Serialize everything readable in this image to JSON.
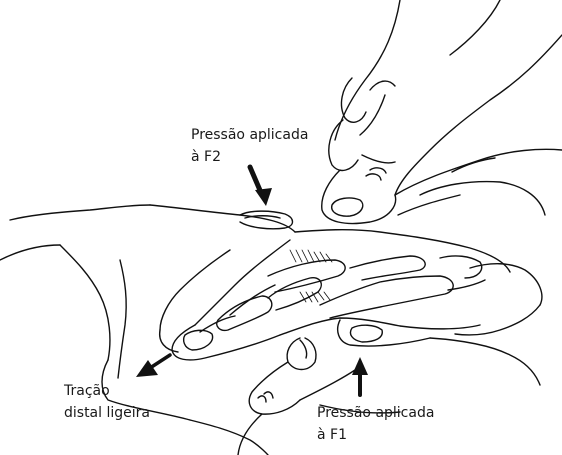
{
  "labels": {
    "pressure_f2": {
      "line1": "Pressão aplicada",
      "line2": "à F2"
    },
    "traction": {
      "line1": "Tração",
      "line2": "distal ligeira"
    },
    "pressure_f1": {
      "line1": "Pressão aplicada",
      "line2": "à F1"
    }
  },
  "style": {
    "ink_color": "#111111",
    "background": "#ffffff"
  }
}
